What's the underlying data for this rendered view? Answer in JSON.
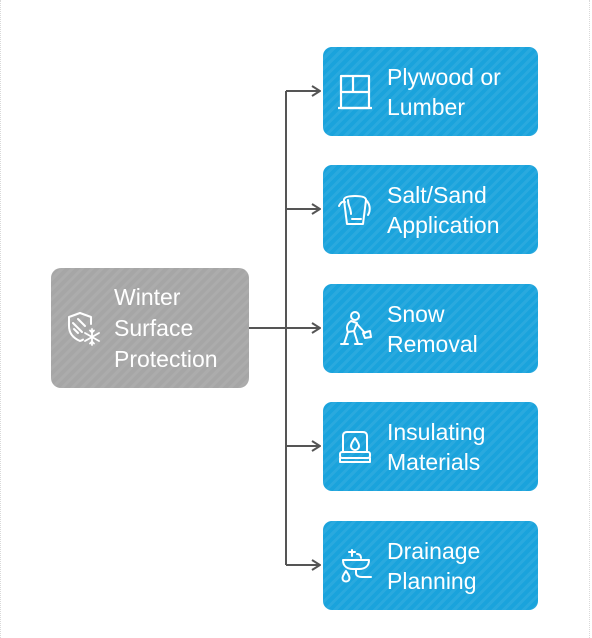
{
  "diagram": {
    "root": {
      "label": "Winter\nSurface\nProtection",
      "icon": "shield-snowflake-icon",
      "color": "#a6a6a6"
    },
    "branches": [
      {
        "label": "Plywood or\nLumber",
        "icon": "window-frame-icon"
      },
      {
        "label": "Salt/Sand\nApplication",
        "icon": "bucket-icon"
      },
      {
        "label": "Snow\nRemoval",
        "icon": "person-shoveling-icon"
      },
      {
        "label": "Insulating\nMaterials",
        "icon": "insulation-icon"
      },
      {
        "label": "Drainage\nPlanning",
        "icon": "drain-sink-icon"
      }
    ],
    "branch_color": "#1aa3dc",
    "connector_color": "#555555"
  }
}
